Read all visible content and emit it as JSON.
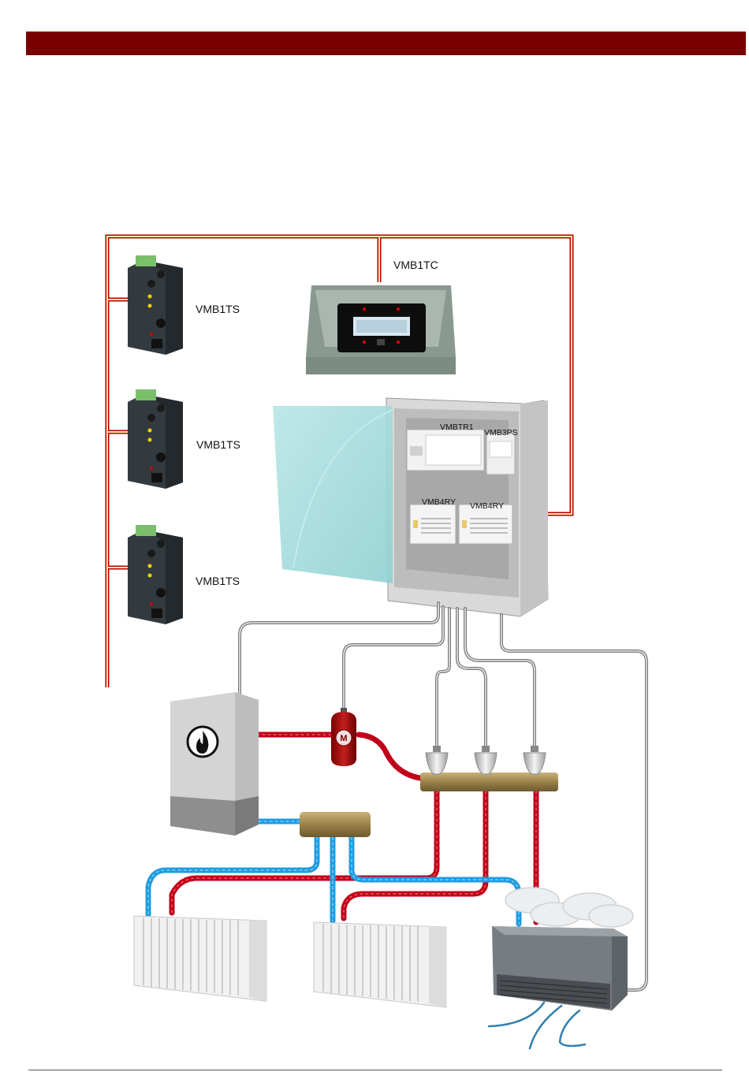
{
  "colors": {
    "header_bar": "#7a0000",
    "bus_outer": "#b30000",
    "bus_inner": "#ffe9a6",
    "hot_pipe": "#c0001a",
    "cold_pipe": "#1f9ce0",
    "cable": "#8a8a8a"
  },
  "labels": {
    "thermostat": "VMB1TC",
    "sensor_1": "VMB1TS",
    "sensor_2": "VMB1TS",
    "sensor_3": "VMB1TS",
    "module_tr": "VMBTR1",
    "module_ps": "VMB3PS",
    "module_ry_1": "VMB4RY",
    "module_ry_2": "VMB4RY",
    "motor_valve": "M"
  },
  "icons": {
    "boiler": "flame-icon",
    "airflow": "airflow-icon",
    "steam": "steam-cloud-icon"
  }
}
